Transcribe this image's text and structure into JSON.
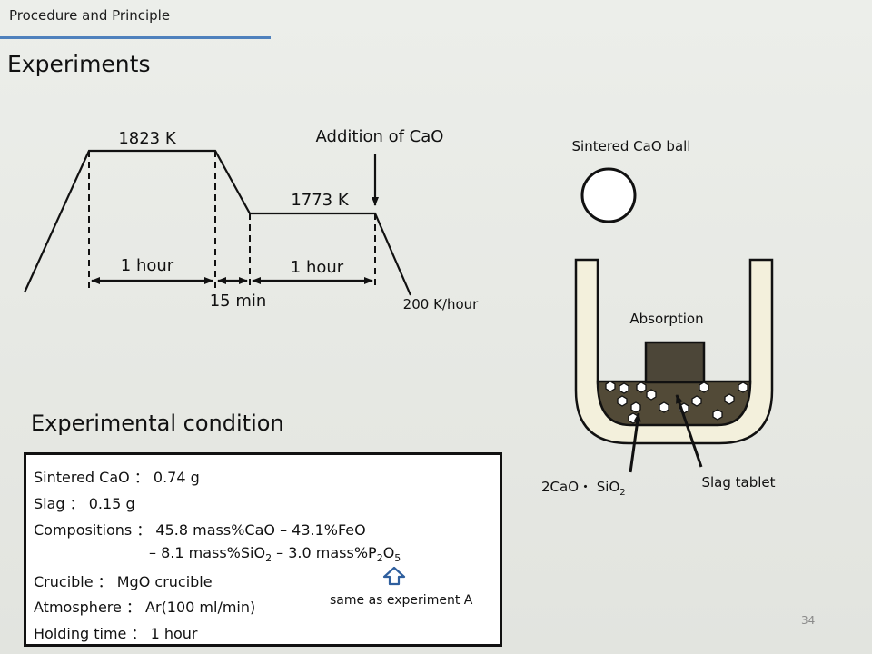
{
  "header": {
    "section": "Procedure and Principle",
    "title": "Experiments"
  },
  "diagram": {
    "temp_high": "1823 K",
    "temp_low": "1773 K",
    "addition_label": "Addition of CaO",
    "duration_high": "1 hour",
    "duration_low": "1 hour",
    "transition_time": "15 min",
    "cooling_rate": "200 K/hour",
    "ball_label": "Sintered CaO ball",
    "absorption_label": "Absorption",
    "phase_label_main": "2CaO・ SiO",
    "phase_label_sub": "2",
    "slag_label": "Slag tablet"
  },
  "conditions": {
    "title": "Experimental condition",
    "sintered_cao": "Sintered CaO ： 0.74 g",
    "slag": "Slag ： 0.15 g",
    "comp_line1": "Compositions ： 45.8 mass%CaO – 43.1%FeO",
    "comp_line2_a": "– 8.1 mass%SiO",
    "comp_line2_b": "2",
    "comp_line2_c": " – 3.0 mass%P",
    "comp_line2_d": "2",
    "comp_line2_e": "O",
    "comp_line2_f": "5",
    "crucible": "Crucible ： MgO crucible",
    "atmosphere": "Atmosphere ： Ar(100 ml/min)",
    "holding_time": "Holding time ： 1 hour",
    "note": "same as experiment  A"
  },
  "slide_number": "34",
  "colors": {
    "accent_rule": "#4f81bd",
    "slag": "#524a37",
    "tablet": "#4c4638",
    "crucible_wall": "#f3f0dc"
  }
}
